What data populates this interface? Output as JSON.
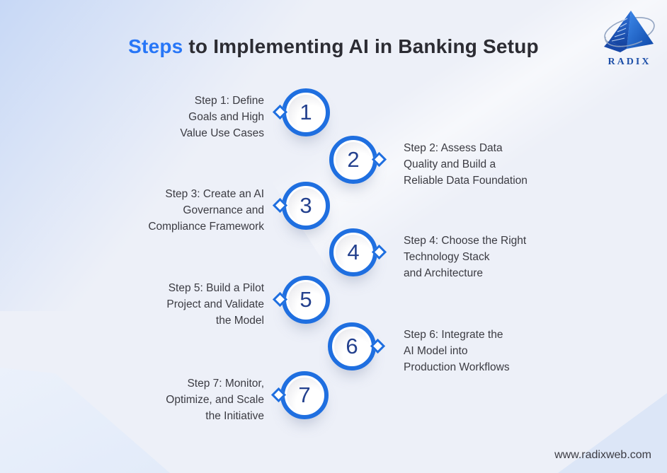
{
  "title": {
    "highlight": "Steps",
    "rest": " to Implementing AI in Banking Setup"
  },
  "logo": {
    "brand": "RADIX",
    "icon": "pyramid-orbit-icon"
  },
  "footer": {
    "website": "www.radixweb.com"
  },
  "colors": {
    "accent_blue": "#2776f7",
    "ring_blue": "#1f6fe0",
    "number_navy": "#24418e",
    "text_dark": "#3b3b42",
    "background": "#edf0f8"
  },
  "steps": [
    {
      "number": "1",
      "side": "left",
      "lines": [
        "Step 1: Define",
        "Goals and High",
        "Value Use Cases"
      ]
    },
    {
      "number": "2",
      "side": "right",
      "lines": [
        "Step 2: Assess Data",
        "Quality and Build a",
        "Reliable Data Foundation"
      ]
    },
    {
      "number": "3",
      "side": "left",
      "lines": [
        "Step 3: Create an AI",
        "Governance and",
        "Compliance Framework"
      ]
    },
    {
      "number": "4",
      "side": "right",
      "lines": [
        "Step 4: Choose the Right",
        "Technology Stack",
        "and Architecture"
      ]
    },
    {
      "number": "5",
      "side": "left",
      "lines": [
        "Step 5: Build a Pilot",
        "Project and Validate",
        "the Model"
      ]
    },
    {
      "number": "6",
      "side": "right",
      "lines": [
        "Step 6: Integrate the",
        "AI Model into",
        "Production Workflows"
      ]
    },
    {
      "number": "7",
      "side": "left",
      "lines": [
        "Step 7: Monitor,",
        "Optimize, and Scale",
        "the Initiative"
      ]
    }
  ]
}
